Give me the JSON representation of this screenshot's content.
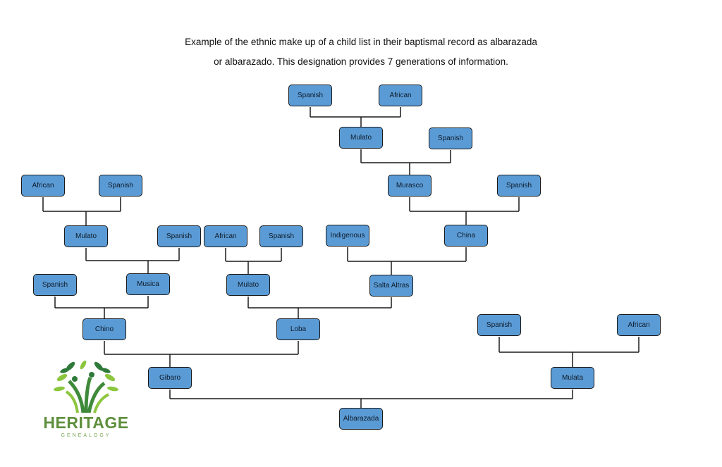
{
  "title": {
    "line1": "Example of the ethnic make up of a child list in their baptismal record as albarazada",
    "line2": "or albarazado. This designation provides 7 generations of information."
  },
  "colors": {
    "box_fill": "#5b9bd5",
    "box_border": "#1a1a1a",
    "line": "#1a1a1a",
    "logo_green": "#5e8f3c"
  },
  "logo": {
    "word": "HERITAGE",
    "sub": "GENEALOGY"
  },
  "nodes": [
    {
      "id": "n0",
      "label": "Spanish"
    },
    {
      "id": "n1",
      "label": "African"
    },
    {
      "id": "n2",
      "label": "Mulato",
      "parents": [
        "n0",
        "n1"
      ]
    },
    {
      "id": "n3",
      "label": "Spanish"
    },
    {
      "id": "n4",
      "label": "Murasco",
      "parents": [
        "n2",
        "n3"
      ]
    },
    {
      "id": "n5",
      "label": "Spanish"
    },
    {
      "id": "n6",
      "label": "African"
    },
    {
      "id": "n7",
      "label": "Spanish"
    },
    {
      "id": "n8",
      "label": "Mulato",
      "parents": [
        "n6",
        "n7"
      ]
    },
    {
      "id": "n9",
      "label": "Spanish"
    },
    {
      "id": "n10",
      "label": "African"
    },
    {
      "id": "n11",
      "label": "Spanish"
    },
    {
      "id": "n12",
      "label": "Indigenous"
    },
    {
      "id": "n13",
      "label": "China",
      "parents": [
        "n4",
        "n5"
      ]
    },
    {
      "id": "n14",
      "label": "Spanish"
    },
    {
      "id": "n15",
      "label": "Musica",
      "parents": [
        "n8",
        "n9"
      ]
    },
    {
      "id": "n16",
      "label": "Mulato",
      "parents": [
        "n10",
        "n11"
      ]
    },
    {
      "id": "n17",
      "label": "Salta Altras",
      "parents": [
        "n12",
        "n13"
      ]
    },
    {
      "id": "n18",
      "label": "Chino",
      "parents": [
        "n14",
        "n15"
      ]
    },
    {
      "id": "n19",
      "label": "Loba",
      "parents": [
        "n16",
        "n17"
      ]
    },
    {
      "id": "n20",
      "label": "Spanish"
    },
    {
      "id": "n21",
      "label": "African"
    },
    {
      "id": "n22",
      "label": "Gibaro",
      "parents": [
        "n18",
        "n19"
      ]
    },
    {
      "id": "n23",
      "label": "Mulata",
      "parents": [
        "n20",
        "n21"
      ]
    },
    {
      "id": "n24",
      "label": "Albarazada",
      "parents": [
        "n22",
        "n23"
      ]
    }
  ]
}
